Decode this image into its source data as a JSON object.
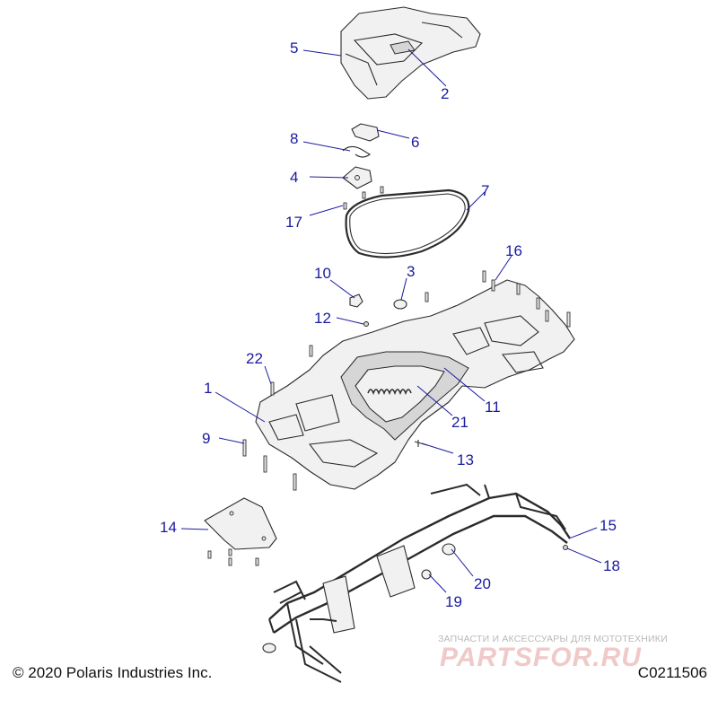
{
  "diagram": {
    "callouts": [
      "1",
      "2",
      "3",
      "4",
      "5",
      "6",
      "7",
      "8",
      "9",
      "10",
      "11",
      "12",
      "13",
      "14",
      "15",
      "16",
      "17",
      "18",
      "19",
      "20",
      "21",
      "22"
    ],
    "label_color": "#1a1aa0"
  },
  "footer": {
    "copyright": "© 2020 Polaris Industries Inc.",
    "figure_code": "C0211506"
  },
  "watermark": {
    "subtitle": "ЗАПЧАСТИ И АКСЕССУАРЫ ДЛЯ МОТОТЕХНИКИ",
    "logo": "PARTSFOR.RU"
  }
}
